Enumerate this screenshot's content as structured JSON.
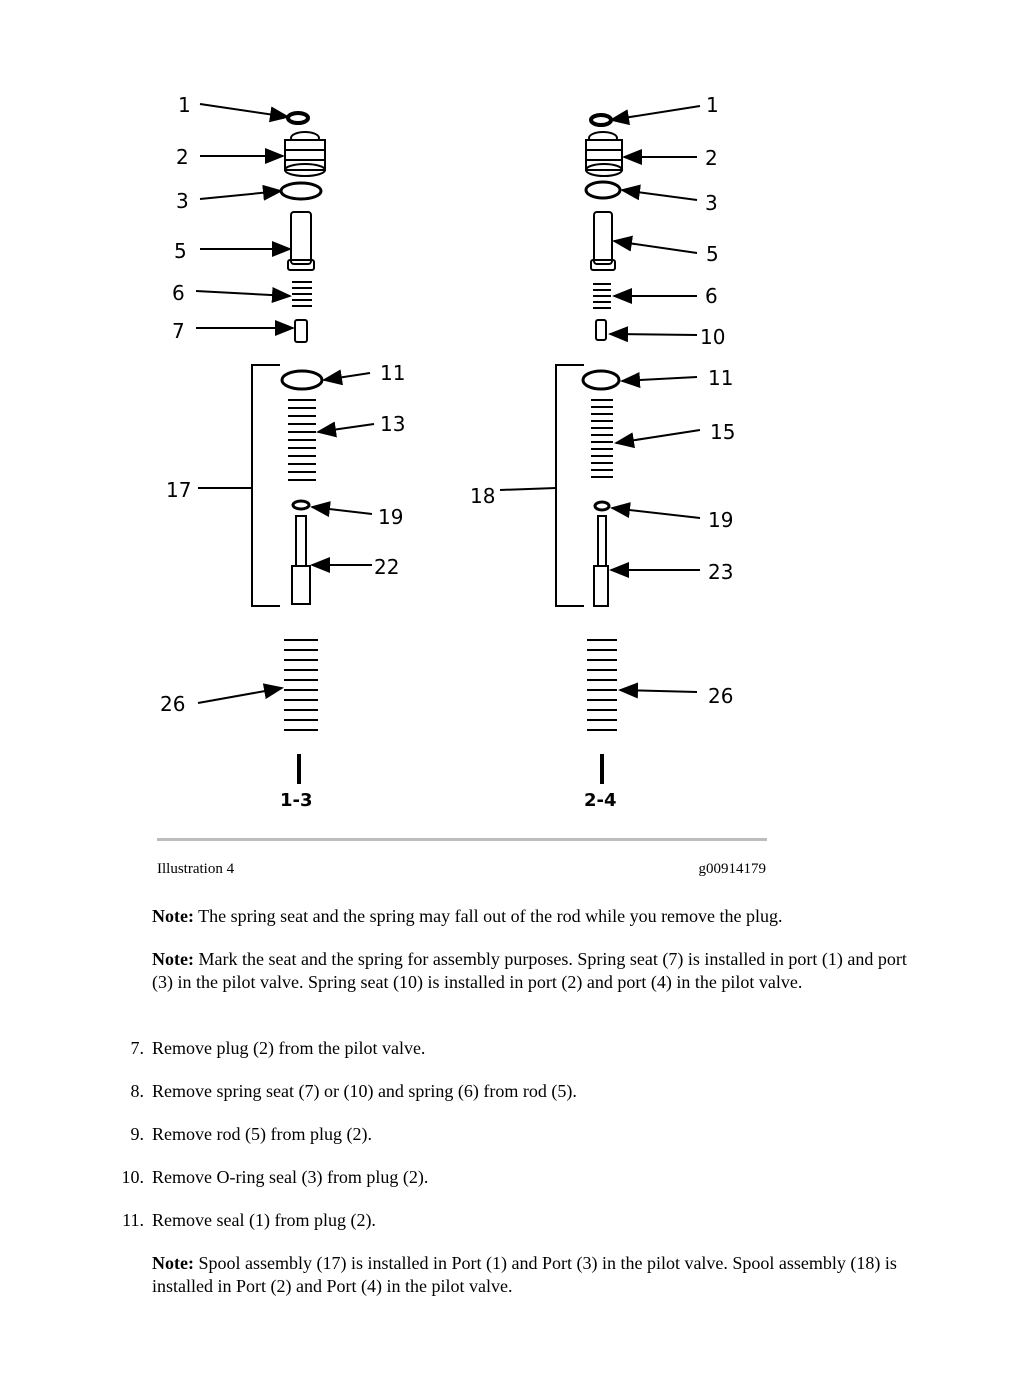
{
  "illustration": {
    "left_labels": [
      "1",
      "2",
      "3",
      "5",
      "6",
      "7",
      "11",
      "13",
      "17",
      "19",
      "22",
      "26"
    ],
    "right_labels": [
      "1",
      "2",
      "3",
      "5",
      "6",
      "10",
      "11",
      "15",
      "18",
      "19",
      "23",
      "26"
    ],
    "left_port": "1-3",
    "right_port": "2-4"
  },
  "caption": {
    "label": "Illustration 4",
    "code": "g00914179"
  },
  "notes": {
    "note_label": "Note:",
    "note1": "The spring seat and the spring may fall out of the rod while you remove the plug.",
    "note2": "Mark the seat and the spring for assembly purposes. Spring seat (7) is installed in port (1) and port (3) in the pilot valve. Spring seat (10) is installed in port (2) and port (4) in the pilot valve.",
    "note3": "Spool assembly (17) is installed in Port (1) and Port (3) in the pilot valve. Spool assembly (18) is installed in Port (2) and Port (4) in the pilot valve."
  },
  "steps": [
    {
      "num": "7.",
      "text": "Remove plug (2) from the pilot valve."
    },
    {
      "num": "8.",
      "text": "Remove spring seat (7) or (10) and spring (6) from rod (5)."
    },
    {
      "num": "9.",
      "text": "Remove rod (5) from plug (2)."
    },
    {
      "num": "10.",
      "text": "Remove O-ring seal (3) from plug (2)."
    },
    {
      "num": "11.",
      "text": "Remove seal (1) from plug (2)."
    }
  ]
}
